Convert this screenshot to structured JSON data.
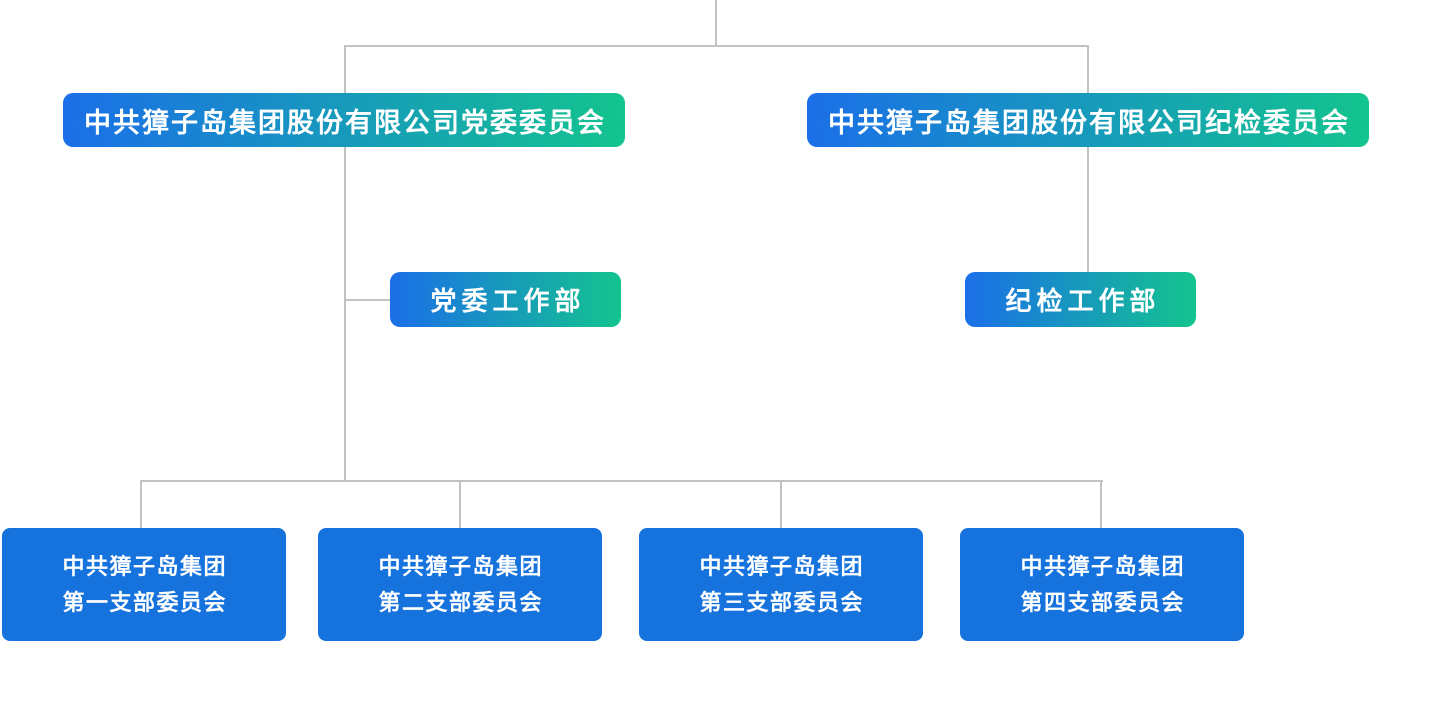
{
  "diagram": {
    "type": "org-chart",
    "colors": {
      "node_gradient_start": "#1b6fe8",
      "node_gradient_end": "#13c48e",
      "node_solid": "#1673dd",
      "node_text": "#ffffff",
      "connector": "#c2c2c2"
    },
    "level1": [
      {
        "label": "中共獐子岛集团股份有限公司党委委员会"
      },
      {
        "label": "中共獐子岛集团股份有限公司纪检委员会"
      }
    ],
    "level2": [
      {
        "label": "党委工作部"
      },
      {
        "label": "纪检工作部"
      }
    ],
    "level3": [
      {
        "line1": "中共獐子岛集团",
        "line2": "第一支部委员会"
      },
      {
        "line1": "中共獐子岛集团",
        "line2": "第二支部委员会"
      },
      {
        "line1": "中共獐子岛集团",
        "line2": "第三支部委员会"
      },
      {
        "line1": "中共獐子岛集团",
        "line2": "第四支部委员会"
      }
    ]
  }
}
